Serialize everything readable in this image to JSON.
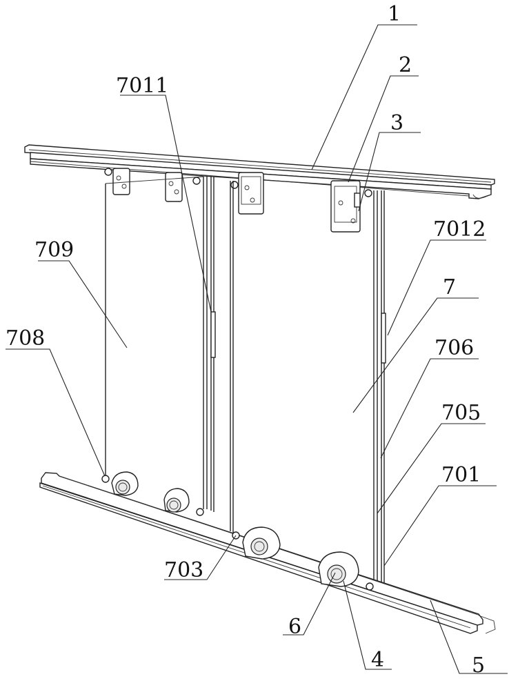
{
  "labels": {
    "l1": "1",
    "l2": "2",
    "l3": "3",
    "l7011": "7011",
    "l7012": "7012",
    "l7": "7",
    "l709": "709",
    "l708": "708",
    "l706": "706",
    "l705": "705",
    "l701": "701",
    "l703": "703",
    "l6": "6",
    "l4": "4",
    "l5": "5"
  }
}
